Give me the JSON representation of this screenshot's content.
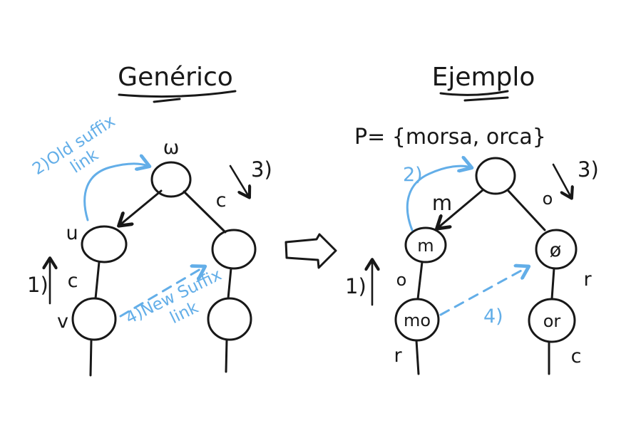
{
  "colors": {
    "ink": "#181818",
    "accent_blue": "#63aee8"
  },
  "left_diagram": {
    "title": "Genérico",
    "root_label": "ω",
    "u_label": "u",
    "v_label": "v",
    "edge_c_left": "c",
    "edge_c_right": "c",
    "step1": "1)",
    "step3": "3)",
    "old_suffix": {
      "line1": "2)Old suffix",
      "line2": "link"
    },
    "new_suffix": {
      "line1": "4)New Suffix",
      "line2": "link"
    }
  },
  "right_diagram": {
    "title": "Ejemplo",
    "pattern_set": "P= {morsa, orca}",
    "step1": "1)",
    "step2": "2)",
    "step3": "3)",
    "step4": "4)",
    "edge_root_m": "m",
    "edge_root_o": "o",
    "edge_m_mo": "o",
    "edge_o_or": "r",
    "tail_mo": "r",
    "tail_or": "c",
    "node_m": "m",
    "node_o": "ø",
    "node_mo": "mo",
    "node_or": "or"
  }
}
